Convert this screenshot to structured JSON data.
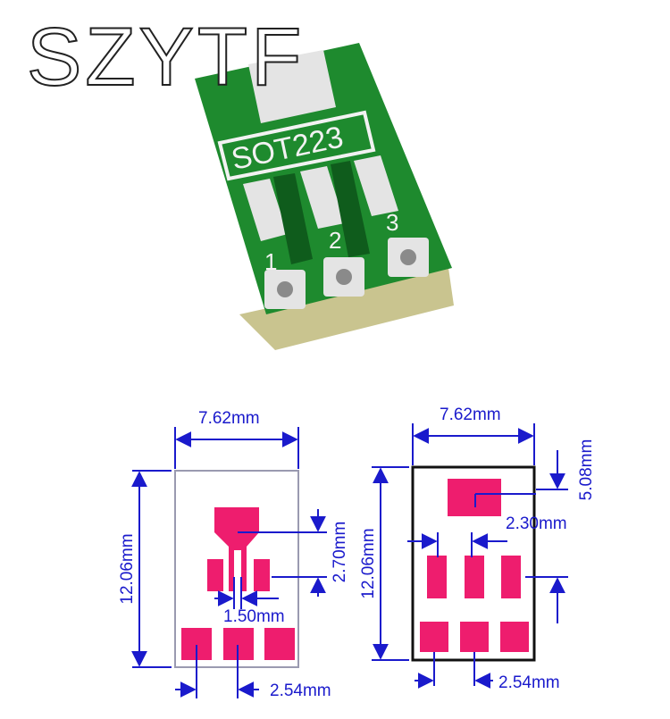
{
  "watermark": "SZYTF",
  "board": {
    "silkscreen": "SOT223",
    "pin_labels": [
      "1",
      "2",
      "3"
    ]
  },
  "dimensions": {
    "left": {
      "width": "7.62mm",
      "height": "12.06mm",
      "tab_height": "2.70mm",
      "pin_gap": "1.50mm",
      "pitch": "2.54mm"
    },
    "right": {
      "width": "7.62mm",
      "height": "12.06mm",
      "tab_offset": "5.08mm",
      "pad_gap": "2.30mm",
      "pitch": "2.54mm"
    }
  },
  "colors": {
    "pcb_green": "#1e8a2e",
    "pcb_dark": "#0f5c1c",
    "pad_silver": "#e4e4e4",
    "pad_pink": "#ee1d6e",
    "dim_blue": "#1a1acc",
    "outline_gray": "#9a9ab0"
  }
}
